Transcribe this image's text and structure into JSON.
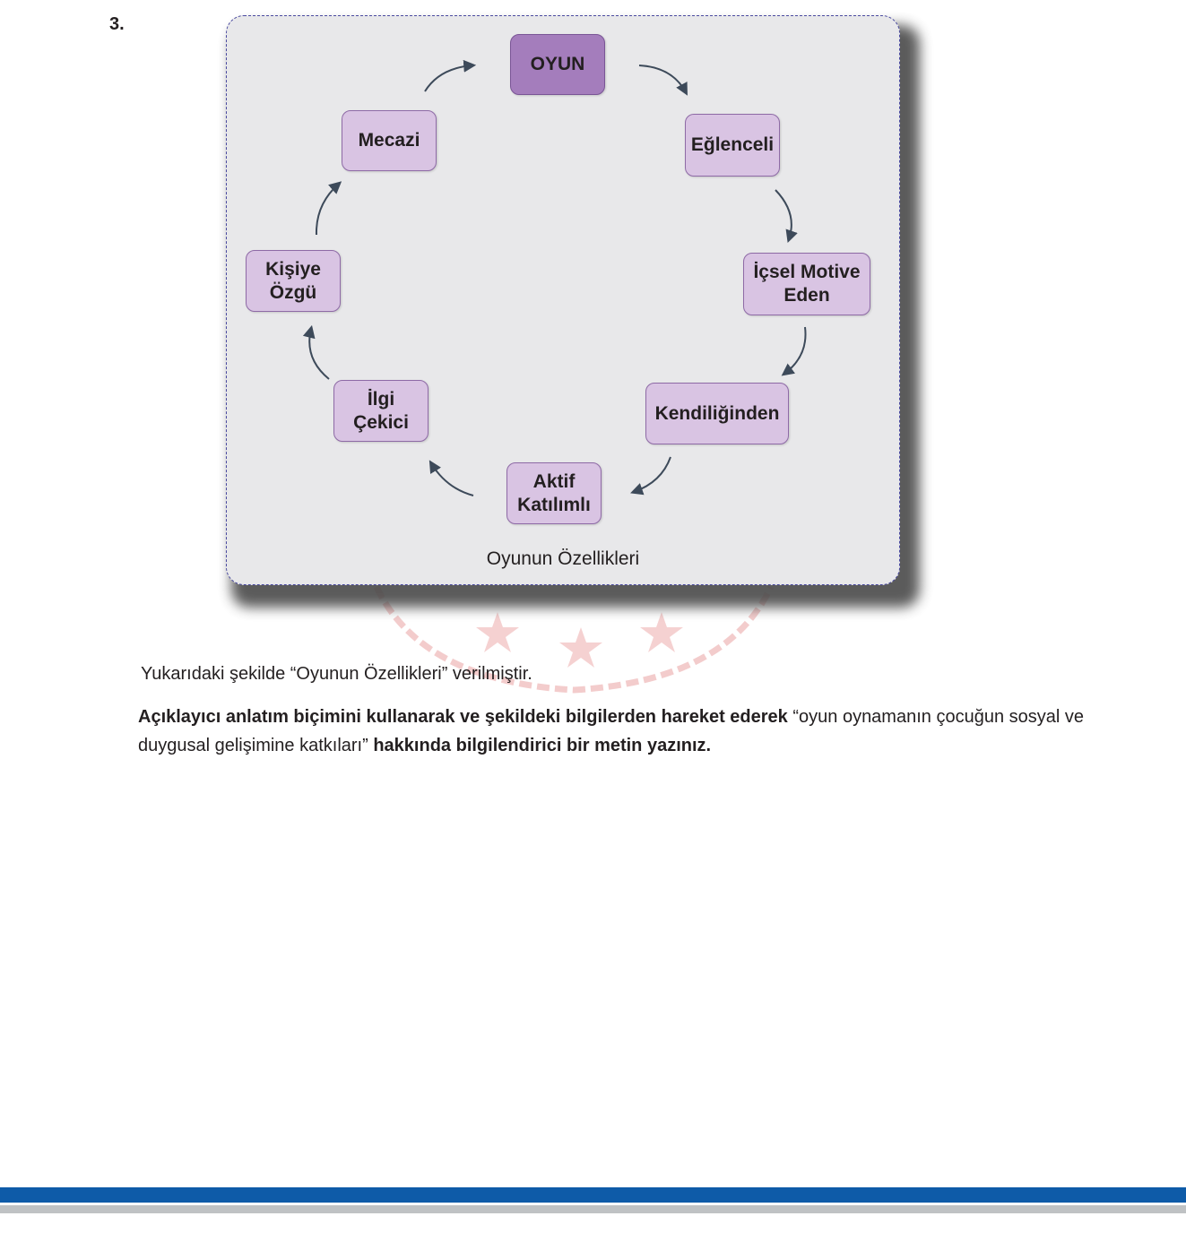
{
  "question_number": "3.",
  "diagram": {
    "center": "OYUN",
    "nodes": {
      "n1": "Eğlenceli",
      "n2": "İçsel Motive\nEden",
      "n3": "Kendiliğinden",
      "n4": "Aktif\nKatılımlı",
      "n5": "İlgi\nÇekici",
      "n6": "Kişiye\nÖzgü",
      "n7": "Mecazi"
    },
    "caption": "Oyunun Özellikleri"
  },
  "text": {
    "intro": "Yukarıdaki şekilde “Oyunun Özellikleri” verilmiştir.",
    "task_bold_1": "Açıklayıcı anlatım biçimini kullanarak ve şekildeki bilgilerden hareket ederek",
    "task_normal_1": " “oyun oynamanın çocuğun sosyal ve duygusal gelişimine katkıları” ",
    "task_bold_2": "hakkında bilgilendirici bir metin yazınız."
  },
  "colors": {
    "node_fill": "#d9c4e3",
    "center_fill": "#a47dbc",
    "panel_fill": "#e8e8ea",
    "arrow": "#3d4a5a",
    "footer_blue": "#0e5ba8",
    "footer_gray": "#bfc2c4"
  }
}
